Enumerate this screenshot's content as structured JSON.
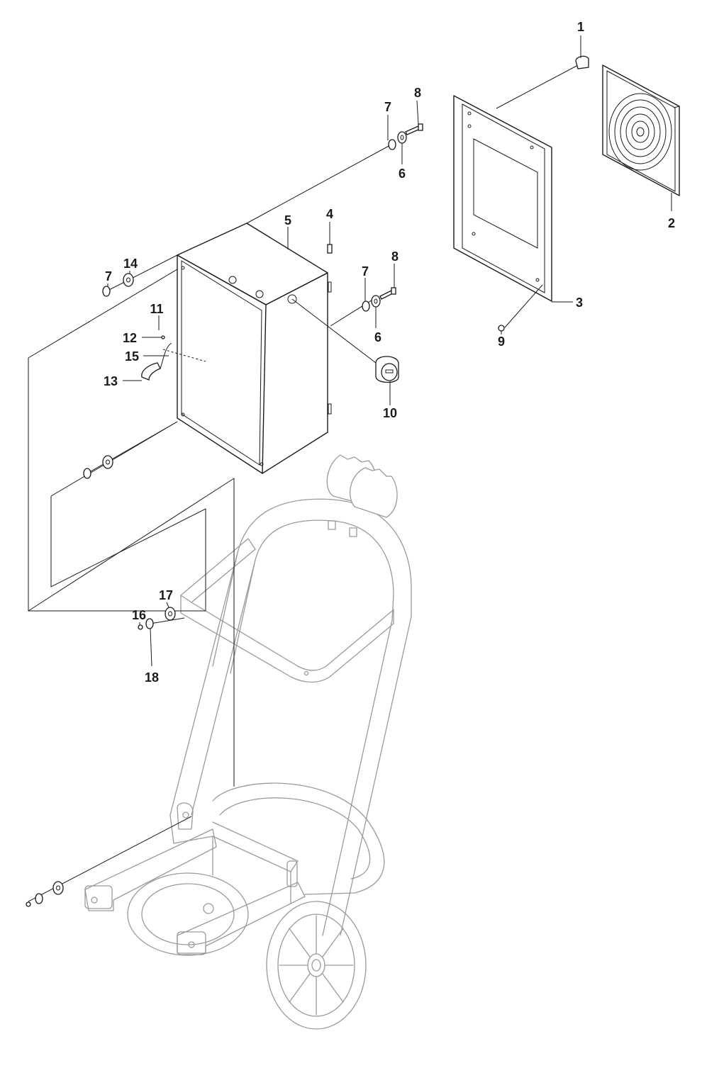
{
  "diagram": {
    "callouts": [
      {
        "id": "1",
        "text": "1"
      },
      {
        "id": "2",
        "text": "2"
      },
      {
        "id": "3",
        "text": "3"
      },
      {
        "id": "4",
        "text": "4"
      },
      {
        "id": "5",
        "text": "5"
      },
      {
        "id": "6a",
        "text": "6"
      },
      {
        "id": "6b",
        "text": "6"
      },
      {
        "id": "7a",
        "text": "7"
      },
      {
        "id": "7b",
        "text": "7"
      },
      {
        "id": "7c",
        "text": "7"
      },
      {
        "id": "8a",
        "text": "8"
      },
      {
        "id": "8b",
        "text": "8"
      },
      {
        "id": "9",
        "text": "9"
      },
      {
        "id": "10",
        "text": "10"
      },
      {
        "id": "11",
        "text": "11"
      },
      {
        "id": "12",
        "text": "12"
      },
      {
        "id": "13",
        "text": "13"
      },
      {
        "id": "14",
        "text": "14"
      },
      {
        "id": "15",
        "text": "15"
      },
      {
        "id": "16",
        "text": "16"
      },
      {
        "id": "17",
        "text": "17"
      },
      {
        "id": "18",
        "text": "18"
      }
    ],
    "colors": {
      "ink": "#1a1a1a",
      "ghost": "#9a9a9a",
      "background": "#ffffff"
    }
  }
}
